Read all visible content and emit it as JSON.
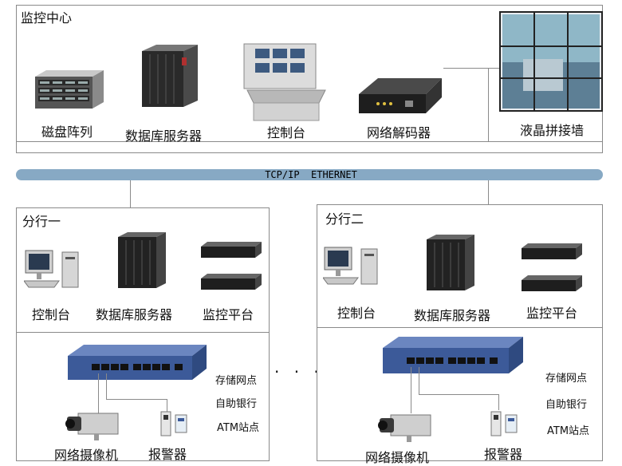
{
  "center": {
    "title": "监控中心",
    "devices": [
      {
        "label": "磁盘阵列",
        "icon": "disk-array-icon"
      },
      {
        "label": "数据库服务器",
        "icon": "server-tower-icon"
      },
      {
        "label": "控制台",
        "icon": "control-console-icon"
      },
      {
        "label": "网络解码器",
        "icon": "network-decoder-icon"
      },
      {
        "label": "液晶拼接墙",
        "icon": "video-wall-icon"
      }
    ]
  },
  "network": {
    "label": "TCP/IP  ETHERNET"
  },
  "branches": [
    {
      "title": "分行一",
      "devices": [
        {
          "label": "控制台",
          "icon": "desktop-pc-icon"
        },
        {
          "label": "数据库服务器",
          "icon": "server-rack-icon"
        },
        {
          "label": "监控平台",
          "icon": "rack-unit-icon"
        }
      ],
      "camera_label": "网络摄像机",
      "alarm_label": "报警器",
      "sites": [
        "存储网点",
        "自助银行",
        "ATM站点"
      ]
    },
    {
      "title": "分行二",
      "devices": [
        {
          "label": "控制台",
          "icon": "desktop-pc-icon"
        },
        {
          "label": "数据库服务器",
          "icon": "server-rack-icon"
        },
        {
          "label": "监控平台",
          "icon": "rack-unit-icon"
        }
      ],
      "camera_label": "网络摄像机",
      "alarm_label": "报警器",
      "sites": [
        "存储网点",
        "自助银行",
        "ATM站点"
      ]
    }
  ],
  "ellipsis": "· · ·",
  "colors": {
    "bus": "#87a9c4",
    "switch": "#3c5a99",
    "border": "#8a8a8a"
  }
}
